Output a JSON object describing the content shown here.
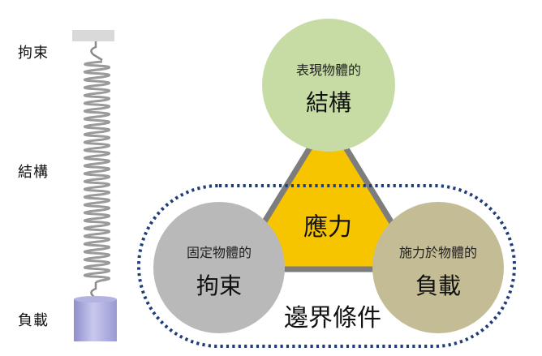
{
  "left_labels": {
    "constraint": "拘束",
    "structure": "結構",
    "load": "負載"
  },
  "circles": {
    "top": {
      "small": "表現物體的",
      "big": "結構",
      "color": "#c6dca4"
    },
    "left": {
      "small": "固定物體的",
      "big": "拘束",
      "color": "#b9b9b9"
    },
    "right": {
      "small": "施力於物體的",
      "big": "負載",
      "color": "#c4bc95"
    }
  },
  "center": {
    "label": "應力",
    "color": "#f7c400"
  },
  "boundary": {
    "label": "邊界條件",
    "color": "#1f3d7a"
  }
}
